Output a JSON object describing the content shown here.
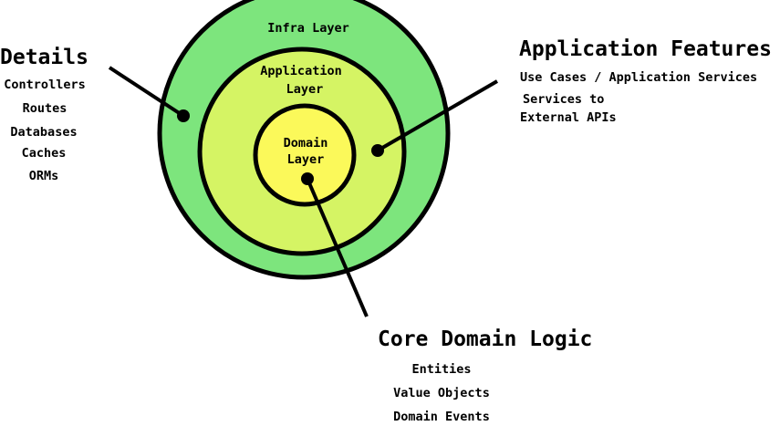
{
  "colors": {
    "infra": "#7de57d",
    "application": "#d5f464",
    "domain": "#fbf95a",
    "stroke": "#000000"
  },
  "rings": {
    "infra": {
      "label": "Infra Layer"
    },
    "application": {
      "label_line1": "Application",
      "label_line2": "Layer"
    },
    "domain": {
      "label_line1": "Domain",
      "label_line2": "Layer"
    }
  },
  "callouts": {
    "details": {
      "title": "Details",
      "items": [
        "Controllers",
        "Routes",
        "Databases",
        "Caches",
        "ORMs"
      ]
    },
    "application_features": {
      "title": "Application Features",
      "items": [
        "Use Cases / Application Services",
        "Services to",
        "External APIs"
      ]
    },
    "core_domain_logic": {
      "title": "Core Domain Logic",
      "items": [
        "Entities",
        "Value Objects",
        "Domain Events"
      ]
    }
  }
}
